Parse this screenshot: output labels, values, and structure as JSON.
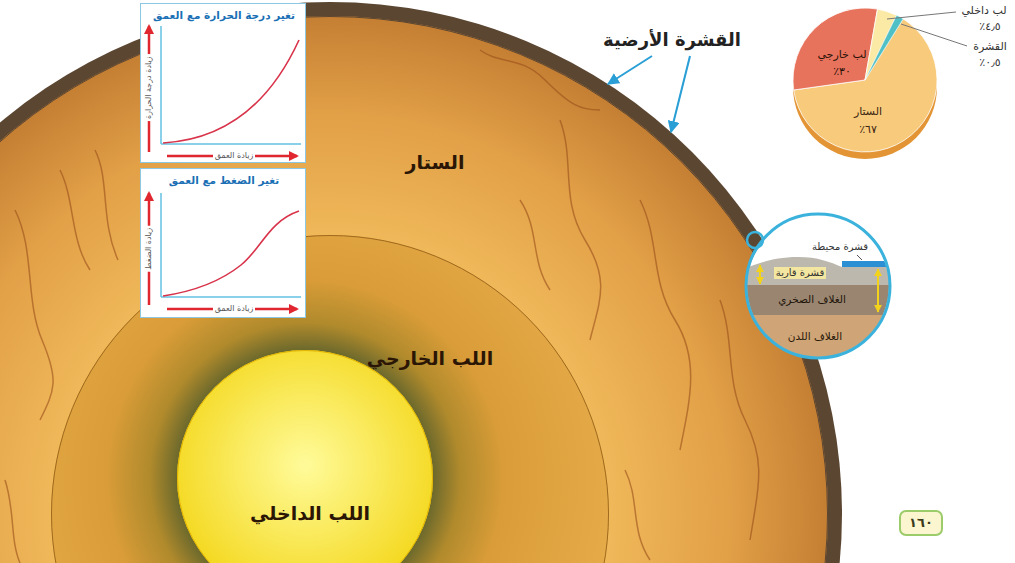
{
  "diagram": {
    "nodes": [
      {
        "text": [
          "الستار"
        ]
      },
      {
        "text": [
          "اللب الخارجي"
        ],
        "in": 0
      },
      {
        "text": [
          "اللب الداخلي"
        ],
        "in": 1
      },
      {
        "text": [
          "تغير درجة الحرارة مع العمق",
          "زيادة درجة الحرارة",
          "زيادة العمق"
        ]
      },
      {
        "text": [
          "تغير الضغط مع العمق",
          "زيادة الضغط",
          "زيادة العمق"
        ]
      },
      {
        "text": [
          "١٦٠"
        ]
      }
    ],
    "labels": [
      "القشرة الأرضية",
      "لب داخلي",
      "٤٫٥٪",
      "لب خارجي",
      "٣٠٪",
      "القشرة",
      "٠٫٥٪",
      "الستار",
      "٦٧٪",
      "قشرة محيطة",
      "قشرة قارية",
      "الغلاف الصخري",
      "الغلاف اللدن"
    ]
  }
}
